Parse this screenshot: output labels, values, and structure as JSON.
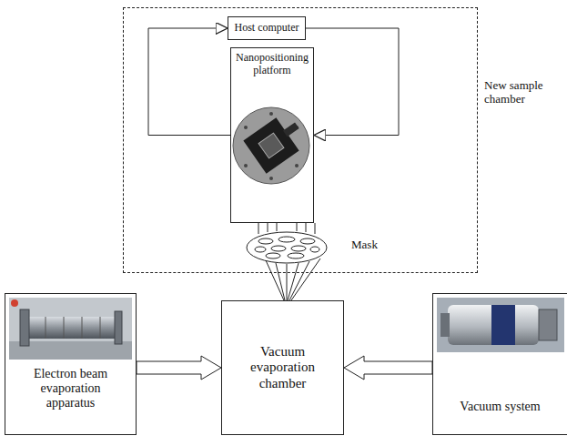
{
  "diagram": {
    "nodes": [
      {
        "text": [
          "New sample chamber"
        ]
      },
      {
        "text": [
          "Host computer"
        ],
        "in": 0
      },
      {
        "text": [
          "Nanopositioning platform"
        ],
        "in": 0
      },
      {
        "text": [
          "Mask"
        ],
        "in": 0
      },
      {
        "text": [
          "Vacuum evaporation chamber"
        ]
      },
      {
        "text": [
          "Electron beam evaporation apparatus"
        ]
      },
      {
        "text": [
          "Vacuum system"
        ]
      }
    ],
    "edges": [
      {
        "from": 2,
        "to": 1,
        "arrow": "to"
      },
      {
        "from": 1,
        "to": 2,
        "arrow": "to"
      },
      {
        "from": 3,
        "to": 4,
        "arrow": "none"
      },
      {
        "from": 5,
        "to": 4,
        "arrow": "to"
      },
      {
        "from": 6,
        "to": 4,
        "arrow": "to"
      }
    ]
  }
}
